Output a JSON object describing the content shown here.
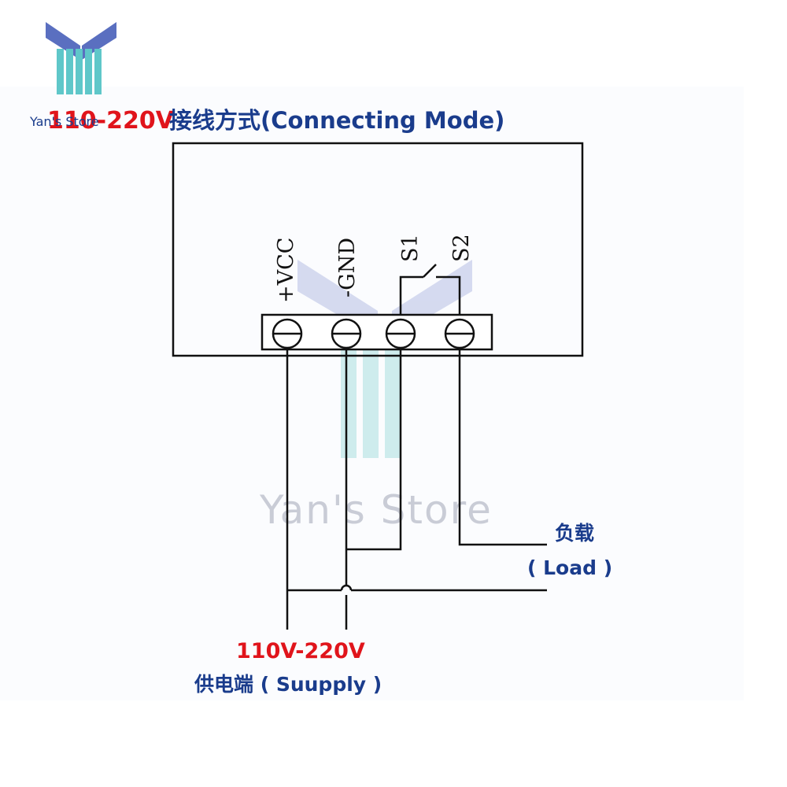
{
  "brand": {
    "logo_text": "Yan's Store",
    "watermark_text": "Yan's Store",
    "colors": {
      "logo_top": "#5a6fc0",
      "logo_stem": "#5fc7c9",
      "watermark": "#c9ccd6"
    }
  },
  "title": {
    "voltage": "110-220V",
    "mode": "接线方式(Connecting  Mode)"
  },
  "module": {
    "terminals": [
      {
        "label": "+VCC"
      },
      {
        "label": "-GND"
      },
      {
        "label": "S1"
      },
      {
        "label": "S2"
      }
    ]
  },
  "load": {
    "label_cn": "负载",
    "label_en": "( Load )"
  },
  "supply": {
    "voltage": "110V-220V",
    "label": "供电端 ( Suupply )"
  },
  "colors": {
    "red": "#e0141b",
    "blue": "#1a3c8c",
    "line": "#111111"
  }
}
